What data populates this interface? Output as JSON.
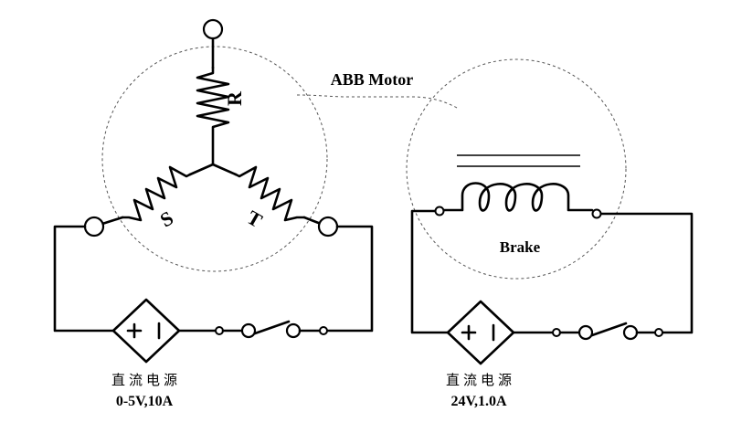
{
  "motor_label": "ABB Motor",
  "windings": {
    "r": "R",
    "s": "S",
    "t": "T"
  },
  "brake_label": "Brake",
  "supplies": [
    {
      "name": "直流电源",
      "rating": "0-5V,10A"
    },
    {
      "name": "直流电源",
      "rating": "24V,1.0A"
    }
  ],
  "source_symbols": {
    "plus": "+",
    "minus": "−"
  },
  "colors": {
    "line": "#000000",
    "dashed_outline": "#555555",
    "background": "#ffffff"
  }
}
